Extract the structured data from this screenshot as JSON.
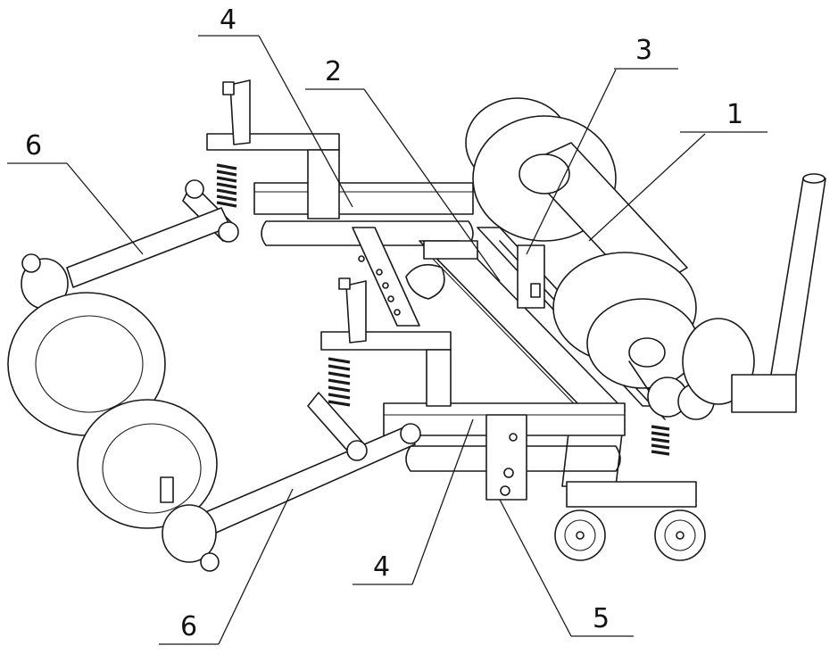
{
  "figure": {
    "callouts": [
      {
        "id": "label-1",
        "text": "1"
      },
      {
        "id": "label-2",
        "text": "2"
      },
      {
        "id": "label-3",
        "text": "3"
      },
      {
        "id": "label-4-top",
        "text": "4"
      },
      {
        "id": "label-4-bottom",
        "text": "4"
      },
      {
        "id": "label-5",
        "text": "5"
      },
      {
        "id": "label-6-left",
        "text": "6"
      },
      {
        "id": "label-6-bottom",
        "text": "6"
      }
    ]
  }
}
